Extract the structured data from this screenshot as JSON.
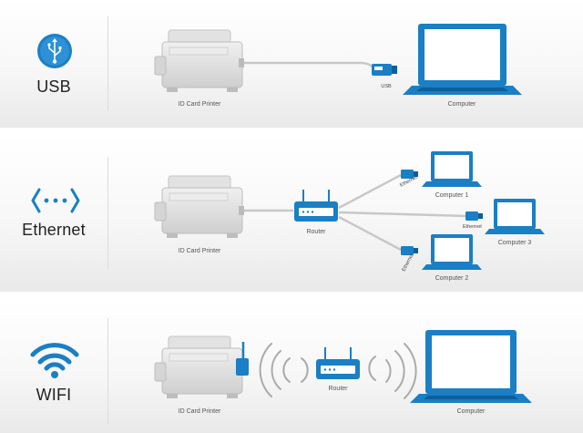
{
  "usb": {
    "label": "USB",
    "printer_caption": "ID Card Printer",
    "dongle_label": "USB",
    "computer_caption": "Computer"
  },
  "ethernet": {
    "label": "Ethernet",
    "printer_caption": "ID Card Printer",
    "router_caption": "Router",
    "connector_label": "Ethernet",
    "computers": [
      "Computer 1",
      "Computer 3",
      "Computer 2"
    ]
  },
  "wifi": {
    "label": "WIFI",
    "printer_caption": "ID Card Printer",
    "router_caption": "Router",
    "computer_caption": "Computer"
  },
  "colors": {
    "accent": "#1a7fc4",
    "accent_dark": "#0d5f9c",
    "screen": "#ffffff",
    "printer_gray": "#d9d9d9",
    "cable_gray": "#c8c8c8"
  },
  "icons": [
    "usb-icon",
    "ethernet-icon",
    "wifi-icon",
    "printer-icon",
    "laptop-icon",
    "router-icon",
    "usb-dongle-icon",
    "rj45-connector-icon",
    "wifi-waves-icon"
  ]
}
